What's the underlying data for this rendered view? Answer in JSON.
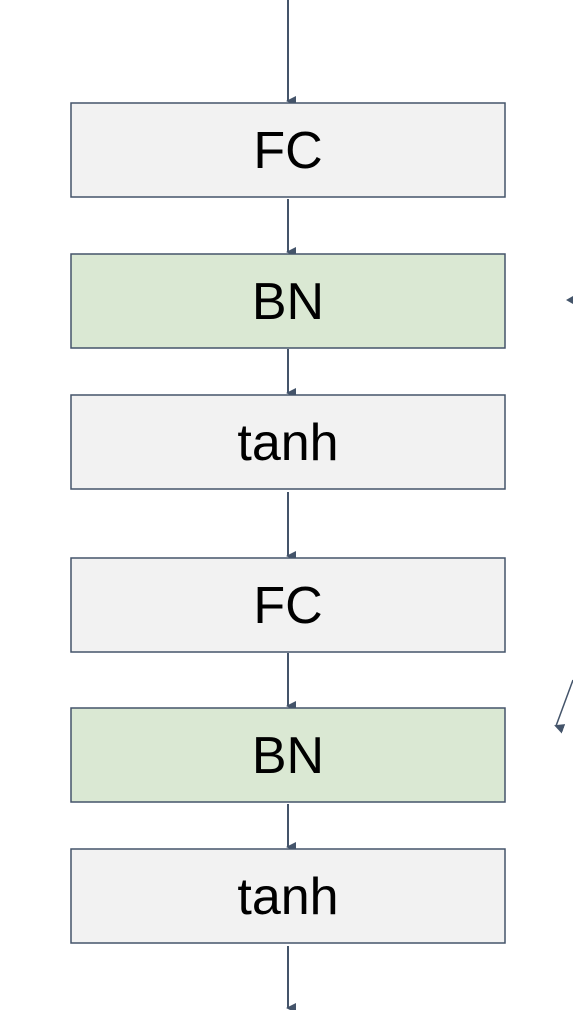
{
  "diagram": {
    "colors": {
      "plain_fill": "#f2f2f2",
      "bn_fill": "#dae8d3",
      "border": "#44546a",
      "arrow": "#44546a"
    },
    "blocks": [
      {
        "label": "FC",
        "kind": "plain"
      },
      {
        "label": "BN",
        "kind": "bn"
      },
      {
        "label": "tanh",
        "kind": "plain"
      },
      {
        "label": "FC",
        "kind": "plain"
      },
      {
        "label": "BN",
        "kind": "bn"
      },
      {
        "label": "tanh",
        "kind": "plain"
      }
    ]
  }
}
